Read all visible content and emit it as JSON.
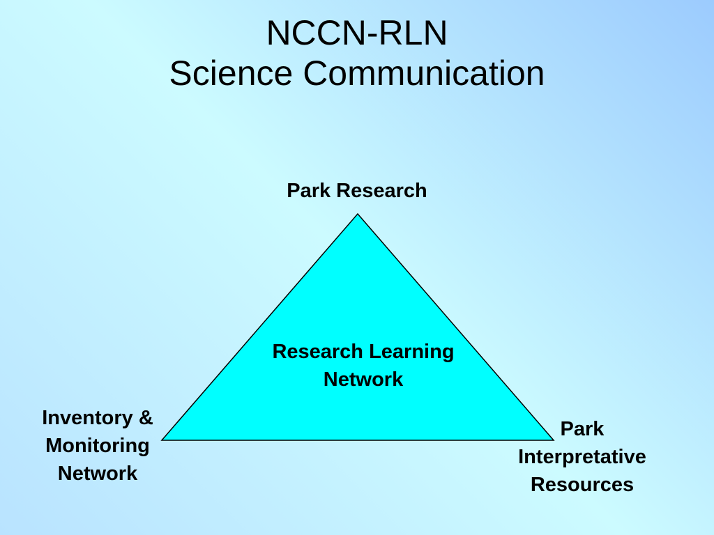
{
  "slide": {
    "title_line1": "NCCN-RLN",
    "title_line2": "Science Communication",
    "background_colors": [
      "#b9e3ff",
      "#ccfbff",
      "#9ccbfe"
    ]
  },
  "diagram": {
    "shape": "triangle",
    "fill_color": "#00ffff",
    "stroke_color": "#000000",
    "center_label_line1": "Research Learning",
    "center_label_line2": "Network",
    "top_vertex_label": "Park Research",
    "left_vertex_label_line1": "Inventory &",
    "left_vertex_label_line2": "Monitoring",
    "left_vertex_label_line3": "Network",
    "right_vertex_label_line1": "Park",
    "right_vertex_label_line2": "Interpretative",
    "right_vertex_label_line3": "Resources"
  }
}
